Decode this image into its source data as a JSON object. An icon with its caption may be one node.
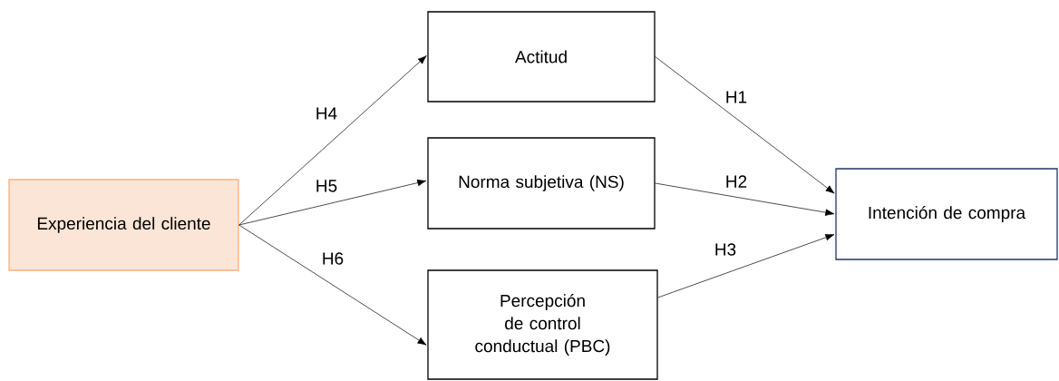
{
  "diagram": {
    "nodes": [
      {
        "text": [
          "Experiencia del cliente"
        ]
      },
      {
        "text": [
          "Actitud"
        ]
      },
      {
        "text": [
          "Norma subjetiva (NS)"
        ]
      },
      {
        "text": [
          "Percepción de control conductual (PBC)"
        ]
      },
      {
        "text": [
          "Intención de compra"
        ]
      }
    ],
    "edges": [
      {
        "from": 0,
        "to": 1,
        "arrow": "to",
        "label": "H4"
      },
      {
        "from": 0,
        "to": 2,
        "arrow": "to",
        "label": "H5"
      },
      {
        "from": 0,
        "to": 3,
        "arrow": "to",
        "label": "H6"
      },
      {
        "from": 1,
        "to": 4,
        "arrow": "to",
        "label": "H1"
      },
      {
        "from": 2,
        "to": 4,
        "arrow": "to",
        "label": "H2"
      },
      {
        "from": 3,
        "to": 4,
        "arrow": "to",
        "label": "H3"
      }
    ]
  }
}
